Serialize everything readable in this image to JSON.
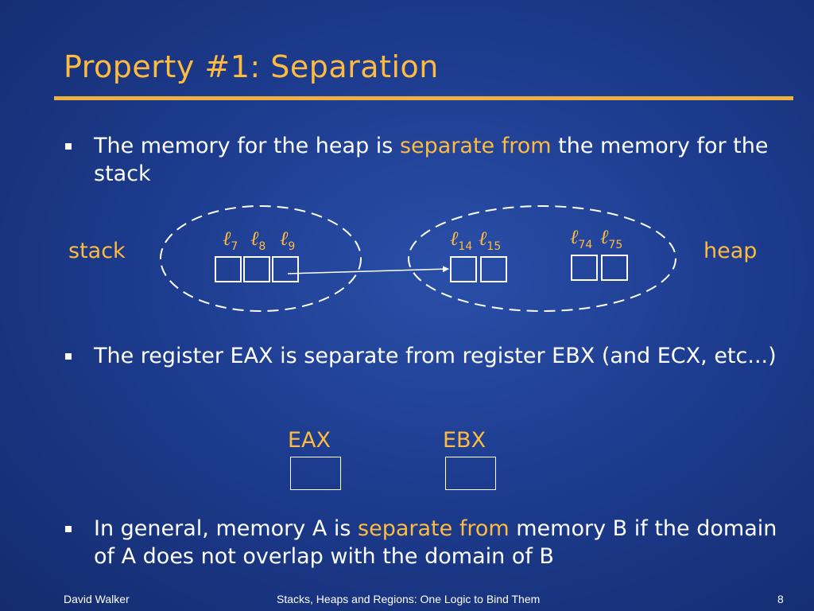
{
  "slide": {
    "title": "Property #1:  Separation",
    "bullets": [
      {
        "segments": [
          "The memory for the heap is ",
          "separate from",
          " the memory for the stack"
        ]
      },
      {
        "segments": [
          "The register EAX is separate from register EBX (and ECX, etc...)"
        ]
      },
      {
        "segments": [
          "In general, memory A is ",
          "separate from",
          " memory B if the domain of A does not overlap with the domain of B"
        ]
      }
    ]
  },
  "diagram": {
    "stack_label": "stack",
    "heap_label": "heap",
    "stack_locs": [
      {
        "base": "ℓ",
        "sub": "7"
      },
      {
        "base": "ℓ",
        "sub": "8"
      },
      {
        "base": "ℓ",
        "sub": "9"
      }
    ],
    "heap_group1": [
      {
        "base": "ℓ",
        "sub": "14"
      },
      {
        "base": "ℓ",
        "sub": "15"
      }
    ],
    "heap_group2": [
      {
        "base": "ℓ",
        "sub": "74"
      },
      {
        "base": "ℓ",
        "sub": "75"
      }
    ]
  },
  "registers": {
    "eax": "EAX",
    "ebx": "EBX"
  },
  "footer": {
    "author": "David Walker",
    "talk_title": "Stacks, Heaps and Regions:  One Logic to Bind Them",
    "page": "8"
  },
  "colors": {
    "accent": "#ffbb40",
    "background": "#1d3c8f",
    "text": "#ffffff"
  }
}
